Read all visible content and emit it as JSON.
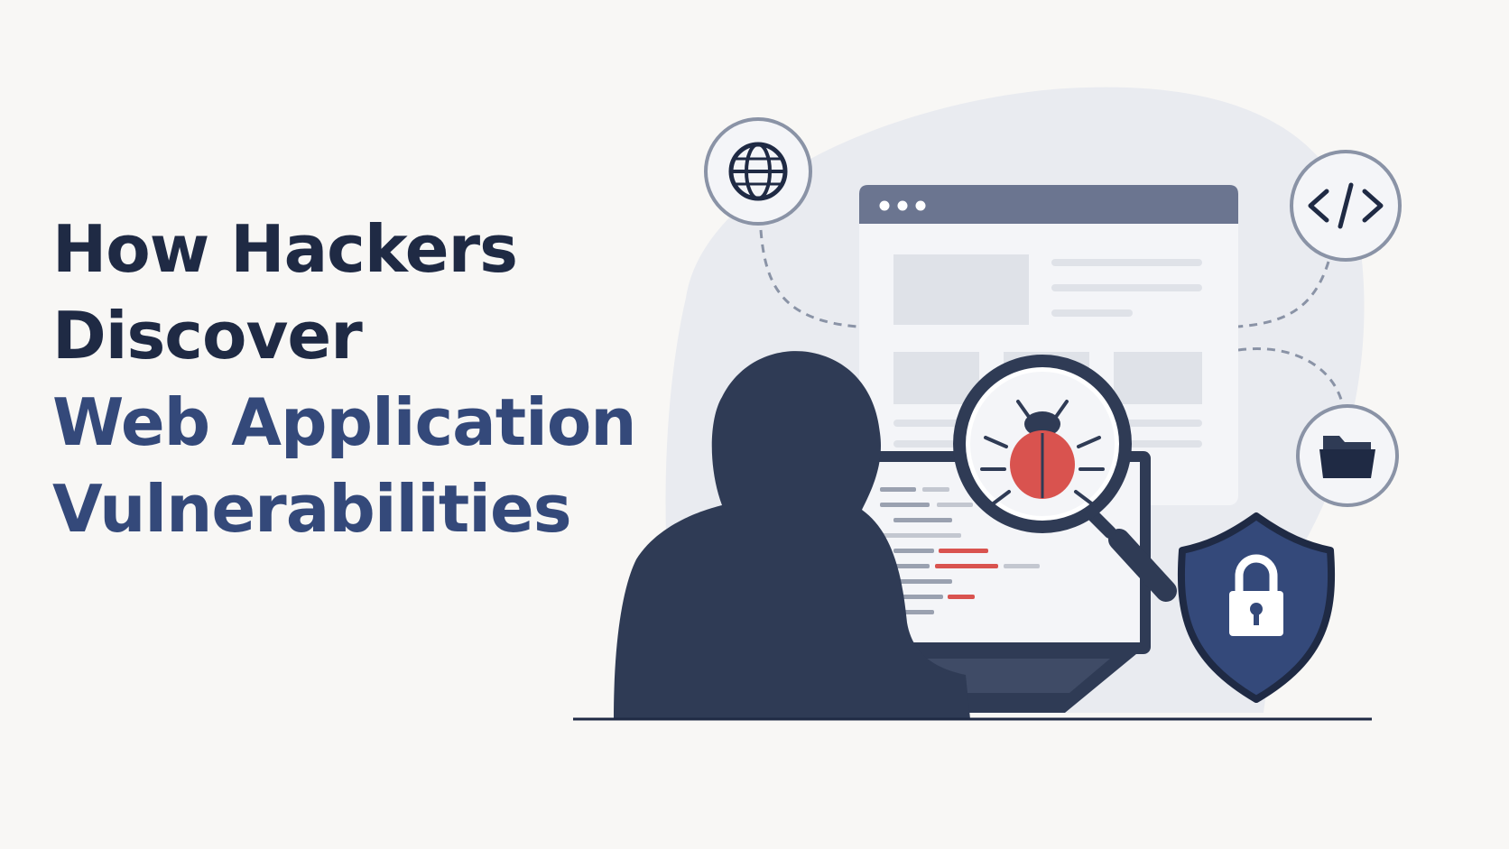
{
  "headline": {
    "line1": "How Hackers",
    "line2": "Discover",
    "line3": "Web Application",
    "line4": "Vulnerabilities"
  },
  "colors": {
    "background": "#f8f7f5",
    "heading_dark": "#1f2a44",
    "heading_accent": "#34497a",
    "figure_navy": "#2f3b55",
    "bug_red": "#d9534f",
    "shield_blue": "#34497a",
    "blob_gray": "#e9ebf0"
  },
  "icons": [
    "globe-icon",
    "code-icon",
    "folder-icon",
    "bug-icon",
    "magnifier-icon",
    "padlock-icon",
    "shield-icon",
    "hooded-hacker-figure",
    "laptop-icon",
    "browser-window"
  ]
}
